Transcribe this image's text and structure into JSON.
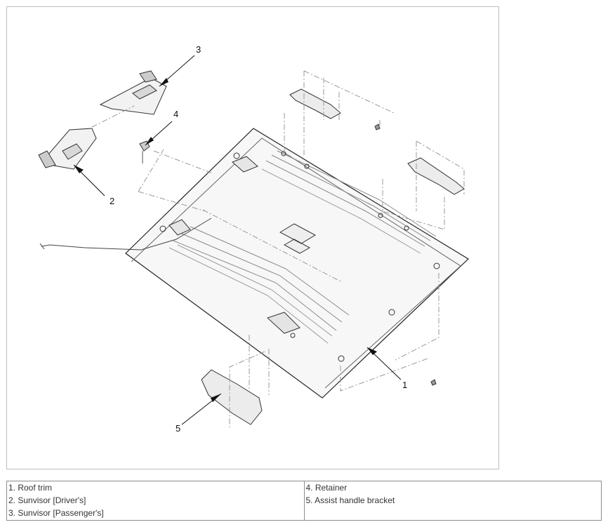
{
  "callouts": {
    "c1": "1",
    "c2": "2",
    "c3": "3",
    "c4": "4",
    "c5": "5"
  },
  "legend": {
    "left": [
      "1. Roof trim",
      "2. Sunvisor [Driver's]",
      "3. Sunvisor [Passenger's]"
    ],
    "right": [
      "4. Retainer",
      "5. Assist handle bracket"
    ]
  }
}
